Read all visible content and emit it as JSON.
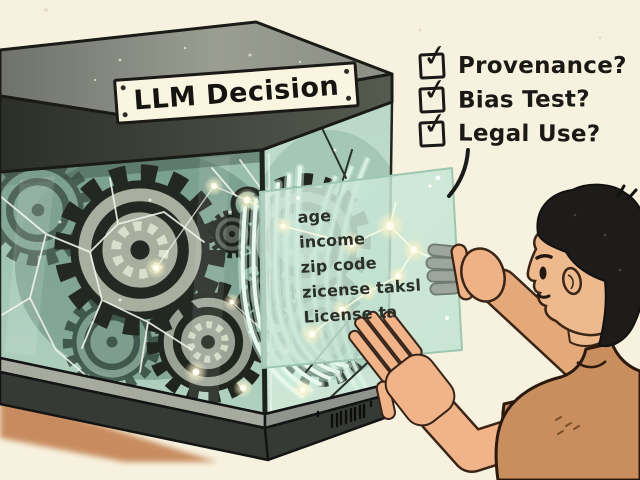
{
  "colors": {
    "background": "#f7f2df",
    "ink": "#1b1915",
    "panel-text": "#2a2f28",
    "glass": "#a3c6b6",
    "panel_glass": "#cfe9db",
    "glow": "#fdf6d9",
    "crack": "#eef3ea",
    "box_frame": "#363a34",
    "lid_top": "#8e918a",
    "skin": "#f0b488",
    "shirt": "#c98e5e",
    "hair": "#1d1c1a",
    "floor_shadow": "#c07a48"
  },
  "box": {
    "plaque_label": "LLM Decision"
  },
  "checklist": {
    "check_glyph": "✓",
    "items": [
      {
        "label": "Provenance?",
        "checked": true
      },
      {
        "label": "Bias Test?",
        "checked": true
      },
      {
        "label": "Legal Use?",
        "checked": true
      }
    ]
  },
  "panel": {
    "data_lines": [
      "age",
      "income",
      "zip code",
      "zicense taksl",
      "License ta"
    ]
  }
}
